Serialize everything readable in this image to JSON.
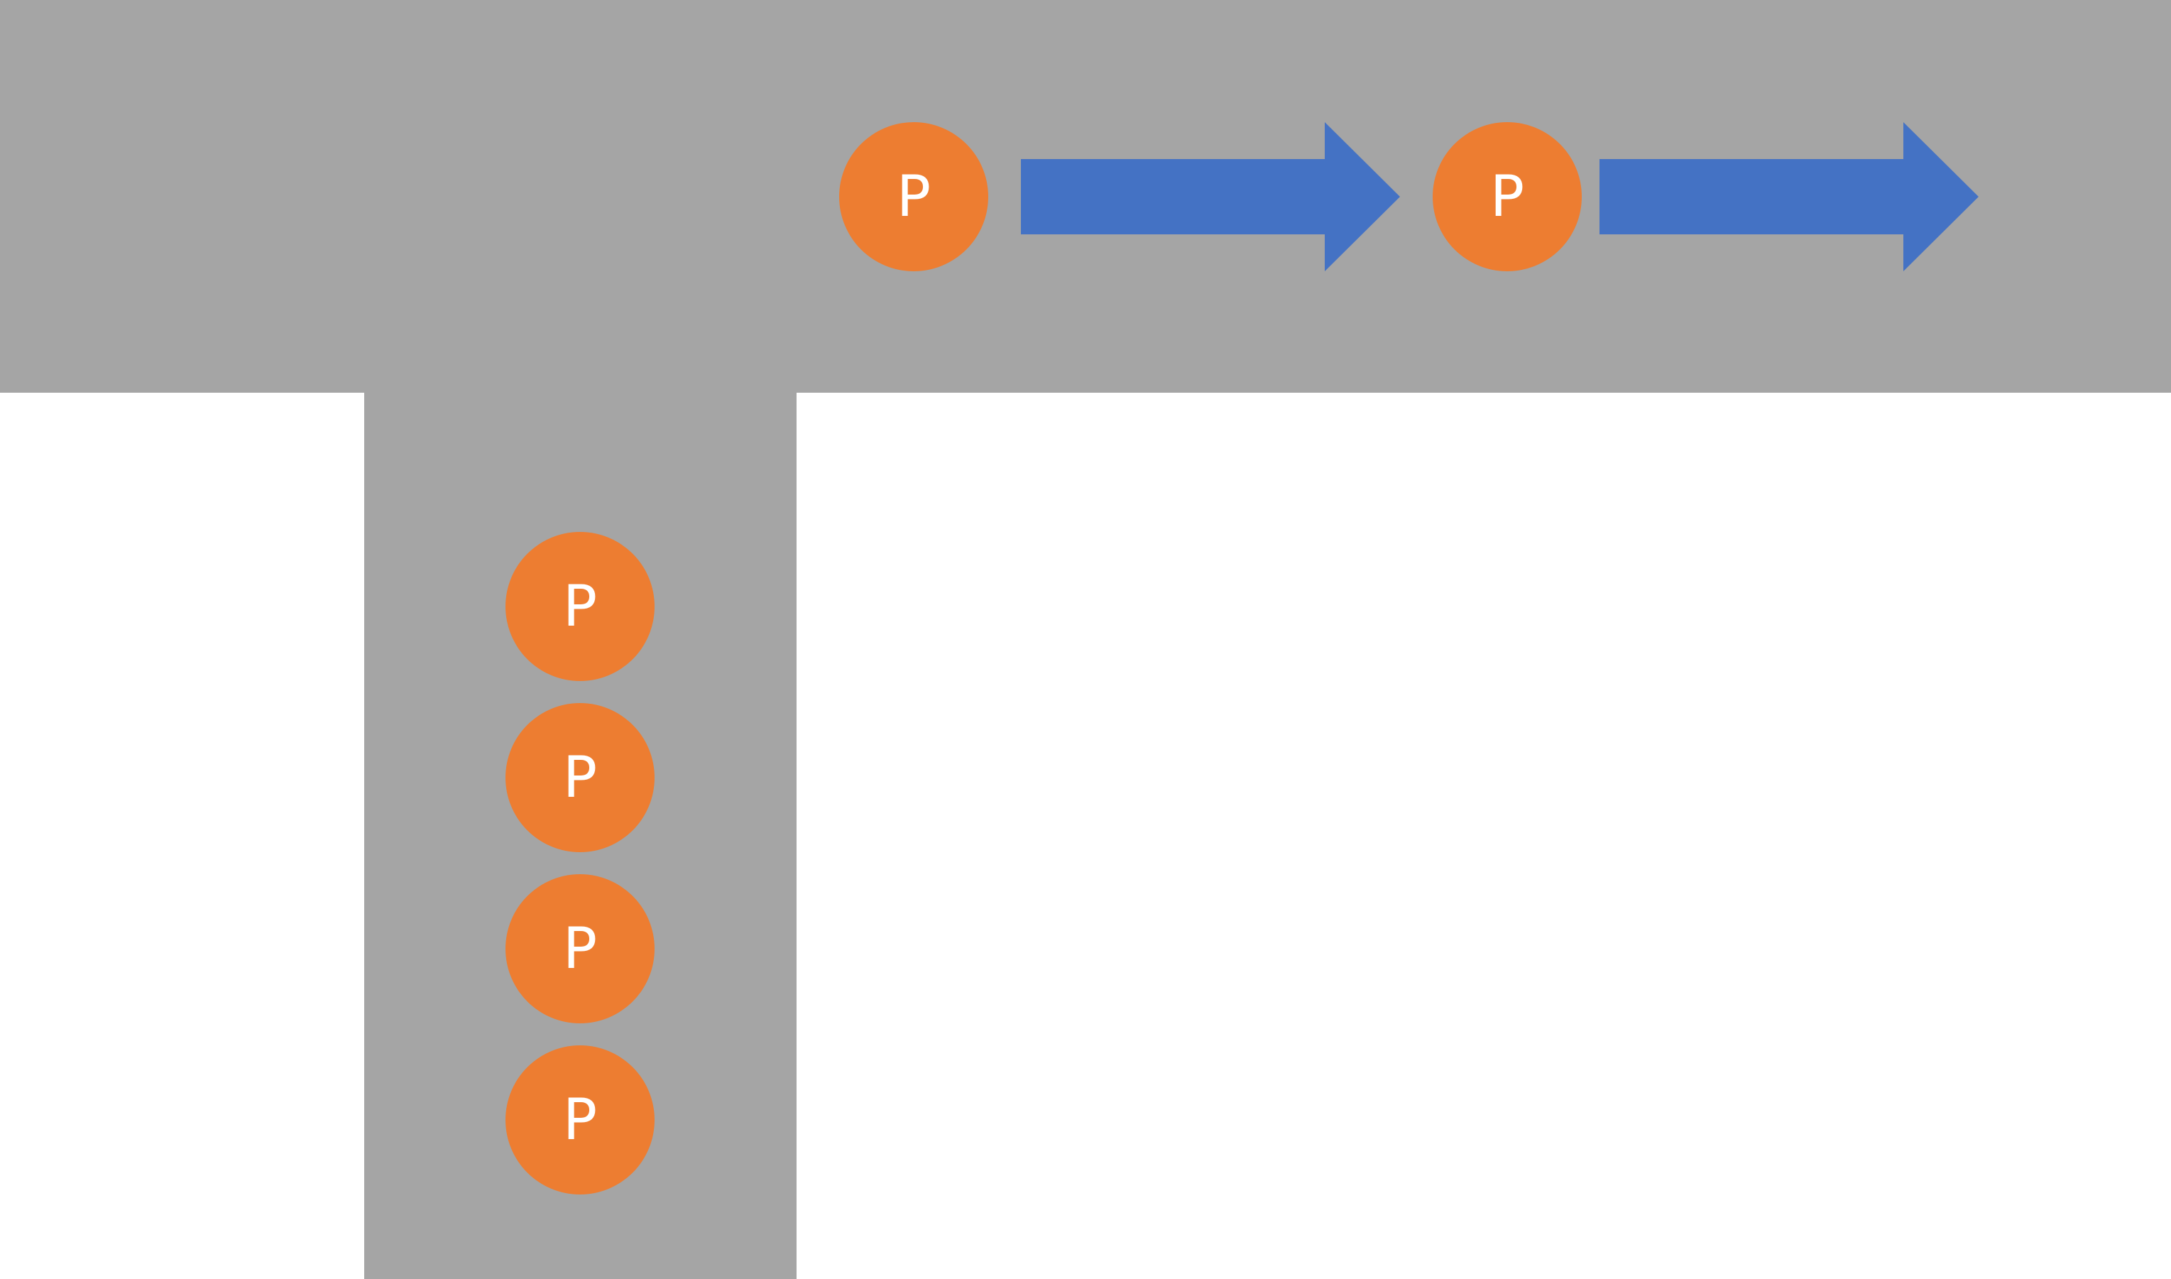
{
  "diagram": {
    "colors": {
      "road": "#a5a5a5",
      "token": "#ed7d31",
      "token_text": "#ffffff",
      "arrow": "#4472c4",
      "background": "#ffffff"
    },
    "main_road_tokens": [
      {
        "label": "P"
      },
      {
        "label": "P"
      }
    ],
    "branch_road_tokens": [
      {
        "label": "P"
      },
      {
        "label": "P"
      },
      {
        "label": "P"
      },
      {
        "label": "P"
      }
    ],
    "arrows": [
      {
        "direction": "right"
      },
      {
        "direction": "right"
      }
    ]
  }
}
